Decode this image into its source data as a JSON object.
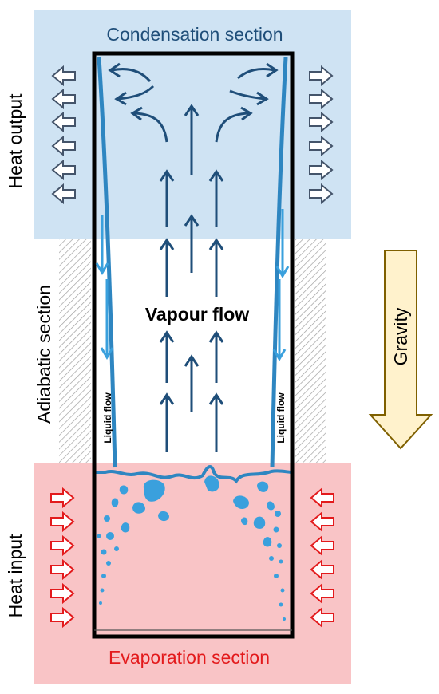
{
  "labels": {
    "condensation_section": "Condensation section",
    "evaporation_section": "Evaporation section",
    "adiabatic_section": "Adiabatic section",
    "heat_output": "Heat output",
    "heat_input": "Heat input",
    "vapour_flow": "Vapour flow",
    "liquid_flow_left": "Liquid flow",
    "liquid_flow_right": "Liquid flow",
    "gravity": "Gravity"
  },
  "colors": {
    "condensation_zone": "#cfe3f3",
    "evaporation_zone": "#f9c4c6",
    "condensation_text": "#1f4e79",
    "evaporation_text": "#e31a1c",
    "vapour_arrow": "#1f4e79",
    "liquid": "#2e86c1",
    "liquid_arrow": "#3aa0dd",
    "heat_output_arrow": "#44546a",
    "heat_input_arrow": "#e31a1c",
    "gravity_fill": "#fff2cc",
    "gravity_stroke": "#7f6000",
    "wall": "#000000",
    "insulation_hatch": "#a0a0a0"
  },
  "icons": {
    "heat_output": "hollow-arrow-outward-icon",
    "heat_input": "hollow-arrow-inward-icon",
    "gravity": "down-arrow-icon"
  }
}
